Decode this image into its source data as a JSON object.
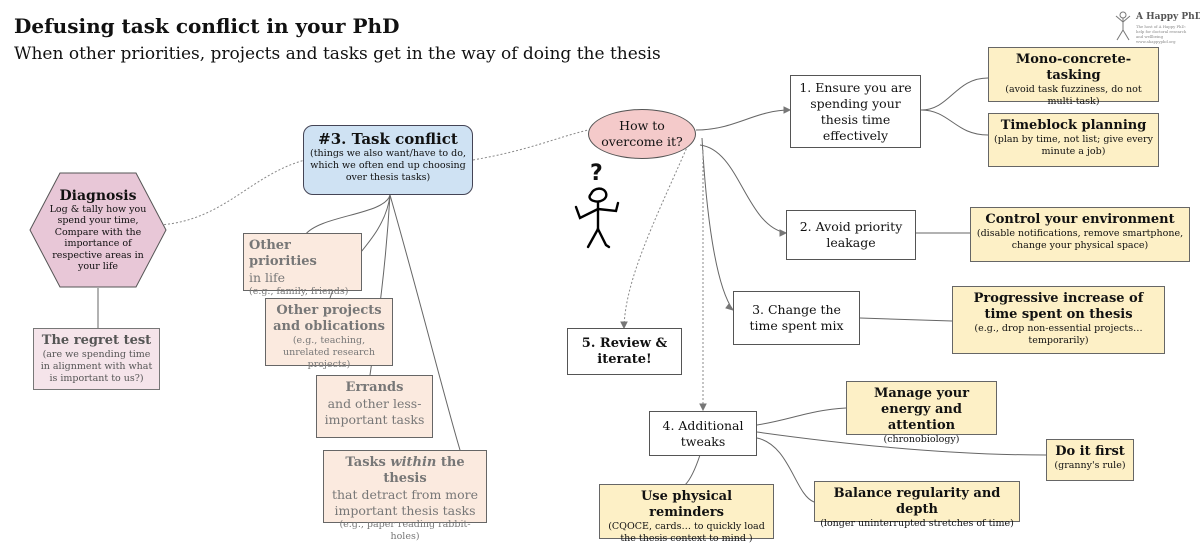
{
  "header": {
    "title": "Defusing task conflict in your PhD",
    "subtitle": "When other priorities, projects and tasks get in the way of doing the thesis"
  },
  "logo": {
    "name": "A Happy PhD",
    "tagline": "The host of A Happy PhD: help for doctoral research and wellbeing",
    "url": "www.ahappyphd.org",
    "icon": "stick-figure-logo-icon"
  },
  "nodes": {
    "diagnosis": {
      "title": "Diagnosis",
      "body": "Log & tally how you spend your time, Compare with the importance of respective areas in your life"
    },
    "regret": {
      "title": "The regret test",
      "note": "(are we spending time in alignment with what is important to us?)"
    },
    "task_conflict": {
      "title": "#3. Task conflict",
      "note": "(things we also want/have to do, which we often end up choosing over thesis tasks)"
    },
    "other_priorities": {
      "title": "Other priorities",
      "rest": "in life",
      "note": "(e.g., family, friends)"
    },
    "other_projects": {
      "title": "Other projects and oblications",
      "note": "(e.g., teaching, unrelated research projects)"
    },
    "errands": {
      "title": "Errands",
      "rest": "and other less-important tasks"
    },
    "tasks_within": {
      "title_a": "Tasks ",
      "title_em": "within",
      "title_b": " the thesis",
      "rest": "that detract from more important thesis tasks",
      "note": "(e.g., paper reading rabbit-holes)"
    },
    "how": {
      "label": "How to overcome it?"
    },
    "figure": {
      "label": "?",
      "icon": "confused-stick-figure-icon"
    },
    "ensure": {
      "label": "1. Ensure you are spending your thesis time effectively"
    },
    "avoid": {
      "label": "2. Avoid priority leakage"
    },
    "change": {
      "label": "3. Change the time spent mix"
    },
    "tweaks": {
      "label": "4. Additional tweaks"
    },
    "review": {
      "label": "5. Review & iterate!"
    },
    "mono": {
      "title": "Mono-concrete-tasking",
      "note": "(avoid task fuzziness, do not multi-task)"
    },
    "timeblock": {
      "title": "Timeblock planning",
      "note": "(plan by time, not list; give every minute a job)"
    },
    "control": {
      "title": "Control your environment",
      "note": "(disable notifications, remove smartphone, change your physical space)"
    },
    "progressive": {
      "title": "Progressive increase of time spent on thesis",
      "note": "(e.g., drop non-essential projects… temporarily)"
    },
    "energy": {
      "title": "Manage your energy and attention",
      "note": "(chronobiology)"
    },
    "doit": {
      "title": "Do it first",
      "note": "(granny's rule)"
    },
    "balance": {
      "title": "Balance regularity and depth",
      "note": "(longer uninterrupted stretches of time)"
    },
    "reminders": {
      "title": "Use physical reminders",
      "note": "(CQOCE, cards… to quickly load the thesis context to mind )"
    }
  },
  "colors": {
    "yellow": "#fdf0c6",
    "peach": "#fbeadf",
    "pink": "#f5e4ea",
    "blue": "#cfe2f3",
    "oval": "#f4caca",
    "hexagon": "#e8c7d7"
  }
}
